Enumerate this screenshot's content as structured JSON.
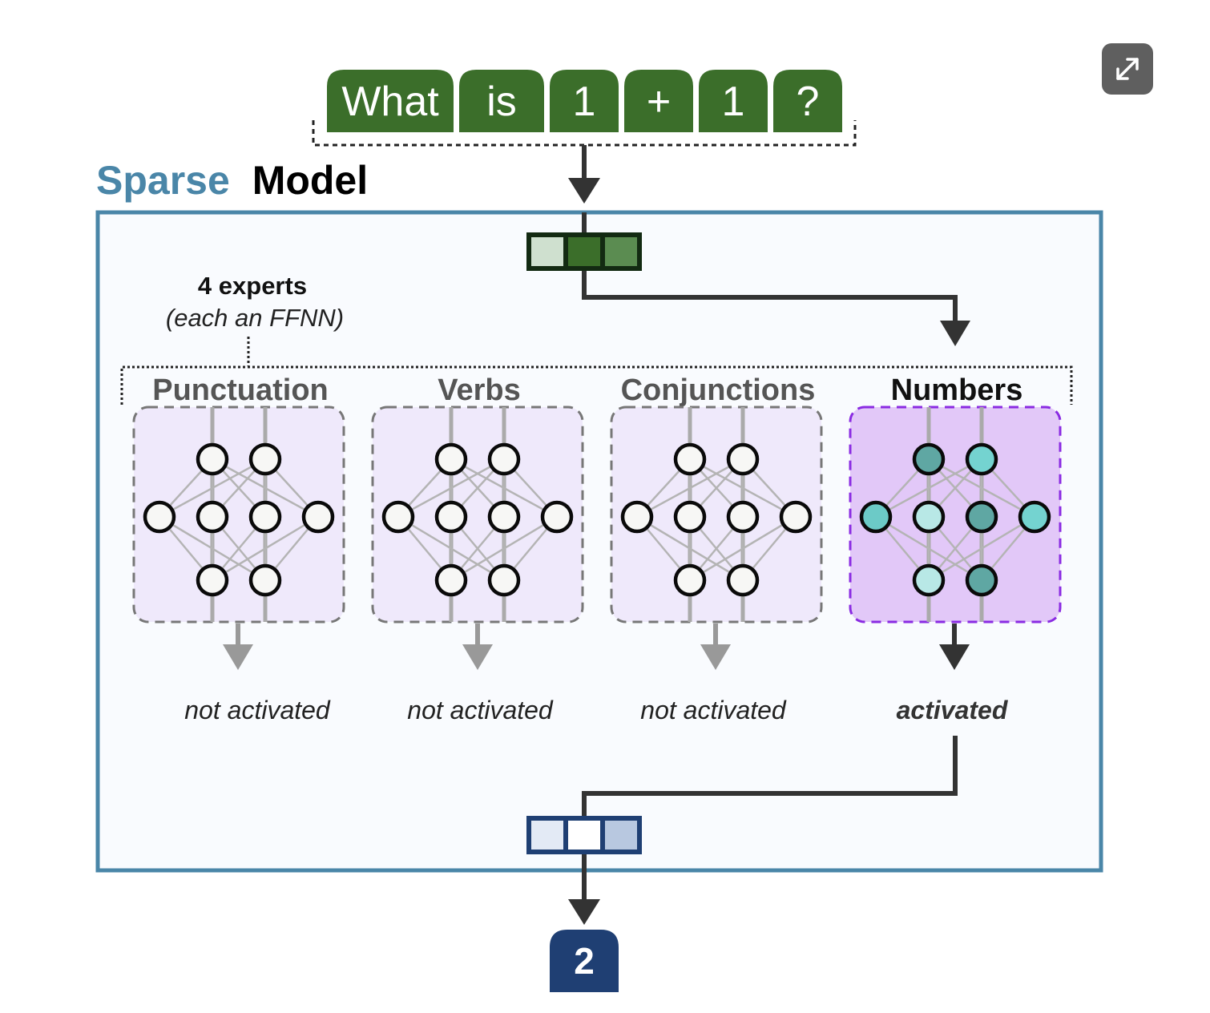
{
  "input_tokens": [
    "What",
    "is",
    "1",
    "+",
    "1",
    "?"
  ],
  "title": {
    "prefix": "Sparse",
    "suffix": "Model"
  },
  "experts_caption": {
    "line1": "4 experts",
    "line2": "(each an FFNN)"
  },
  "experts": [
    {
      "name": "Punctuation",
      "status": "not activated",
      "active": false
    },
    {
      "name": "Verbs",
      "status": "not activated",
      "active": false
    },
    {
      "name": "Conjunctions",
      "status": "not activated",
      "active": false
    },
    {
      "name": "Numbers",
      "status": "activated",
      "active": true
    }
  ],
  "router_vector_colors": [
    "#cfe0cf",
    "#3b6e2a",
    "#5b8c51"
  ],
  "output_vector_colors": [
    "#e3eaf5",
    "#ffffff",
    "#b8c8e0"
  ],
  "active_node_colors": [
    "#5fa7a3",
    "#74d3d0",
    "#6ccac7",
    "#b8e8e6",
    "#5fa7a3",
    "#74d3d0",
    "#b8e8e6",
    "#5fa7a3"
  ],
  "output_token": "2",
  "colors": {
    "token_green": "#3b6e2a",
    "model_border": "#4a86a8",
    "title_accent": "#4a86a8",
    "output_navy": "#1f3f73",
    "active_expert_fill": "#e2c8f8",
    "active_expert_border": "#8a2be2",
    "inactive_expert_fill": "#efe9fb"
  },
  "toolbar": {
    "expand_icon": "expand-icon"
  }
}
